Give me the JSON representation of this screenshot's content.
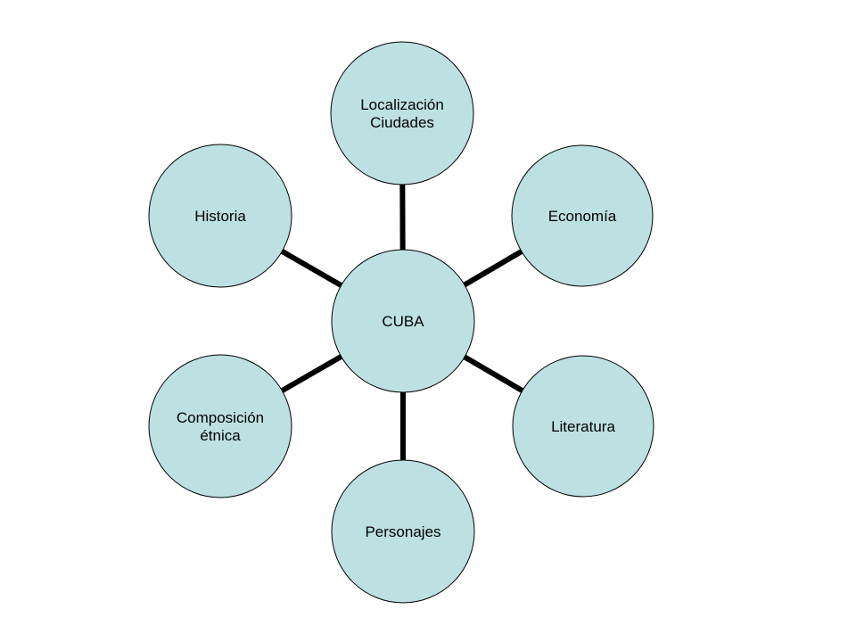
{
  "diagram": {
    "type": "hub-and-spoke",
    "colors": {
      "node_fill": "#bde0e3",
      "node_stroke": "#000000",
      "connector": "#000000",
      "text": "#000000"
    },
    "center": {
      "label": [
        "CUBA"
      ]
    },
    "nodes": [
      {
        "id": "localizacion",
        "label": [
          "Localización",
          "Ciudades"
        ]
      },
      {
        "id": "economia",
        "label": [
          "Economía"
        ]
      },
      {
        "id": "literatura",
        "label": [
          "Literatura"
        ]
      },
      {
        "id": "personajes",
        "label": [
          "Personajes"
        ]
      },
      {
        "id": "composicion",
        "label": [
          "Composición",
          "étnica"
        ]
      },
      {
        "id": "historia",
        "label": [
          "Historia"
        ]
      }
    ]
  }
}
